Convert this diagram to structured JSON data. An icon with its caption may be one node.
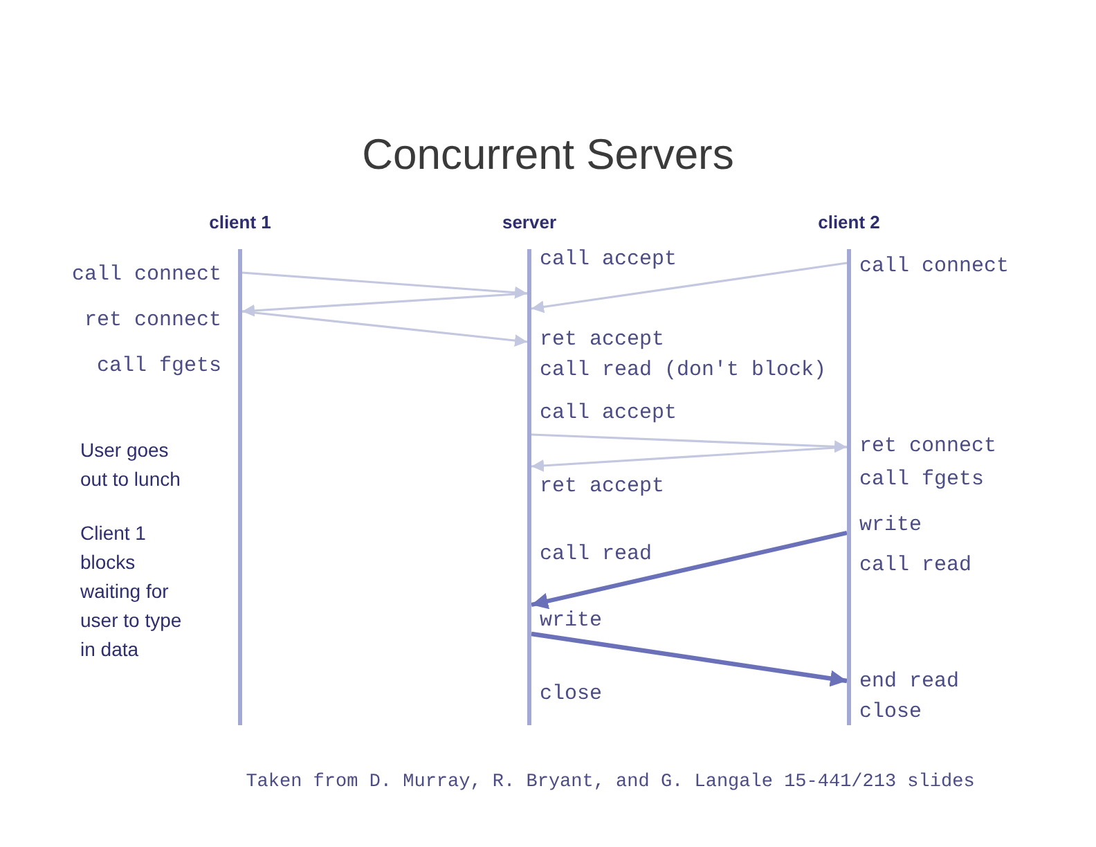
{
  "diagram": {
    "title": "Concurrent Servers",
    "caption": "Taken from D. Murray, R. Bryant, and G. Langale 15-441/213 slides",
    "nodes": [
      {
        "text": [
          "client 1"
        ],
        "beside": [
          "call connect",
          "ret connect",
          "call fgets"
        ]
      },
      {
        "text": [
          "server"
        ],
        "beside": [
          "call accept",
          "ret accept",
          "call read (don't block)",
          "call accept",
          "ret accept",
          "call read",
          "write",
          "close"
        ]
      },
      {
        "text": [
          "client 2"
        ],
        "beside": [
          "call connect",
          "ret connect",
          "call fgets",
          "write",
          "call read",
          "end read",
          "close"
        ]
      }
    ],
    "edges": [
      {
        "from": 0,
        "to": 1,
        "arrow": "to"
      },
      {
        "from": 1,
        "to": 0,
        "arrow": "to"
      },
      {
        "from": 0,
        "to": 1,
        "arrow": "to"
      },
      {
        "from": 2,
        "to": 1,
        "arrow": "to"
      },
      {
        "from": 1,
        "to": 2,
        "arrow": "to"
      },
      {
        "from": 2,
        "to": 1,
        "arrow": "to"
      },
      {
        "from": 2,
        "to": 1,
        "arrow": "to",
        "style": "thick",
        "color": "#6b71b8"
      },
      {
        "from": 1,
        "to": 2,
        "arrow": "to",
        "style": "thick",
        "color": "#6b71b8"
      }
    ],
    "labels": [
      "User goes out to lunch",
      "Client 1 blocks waiting for user to type in data"
    ]
  }
}
